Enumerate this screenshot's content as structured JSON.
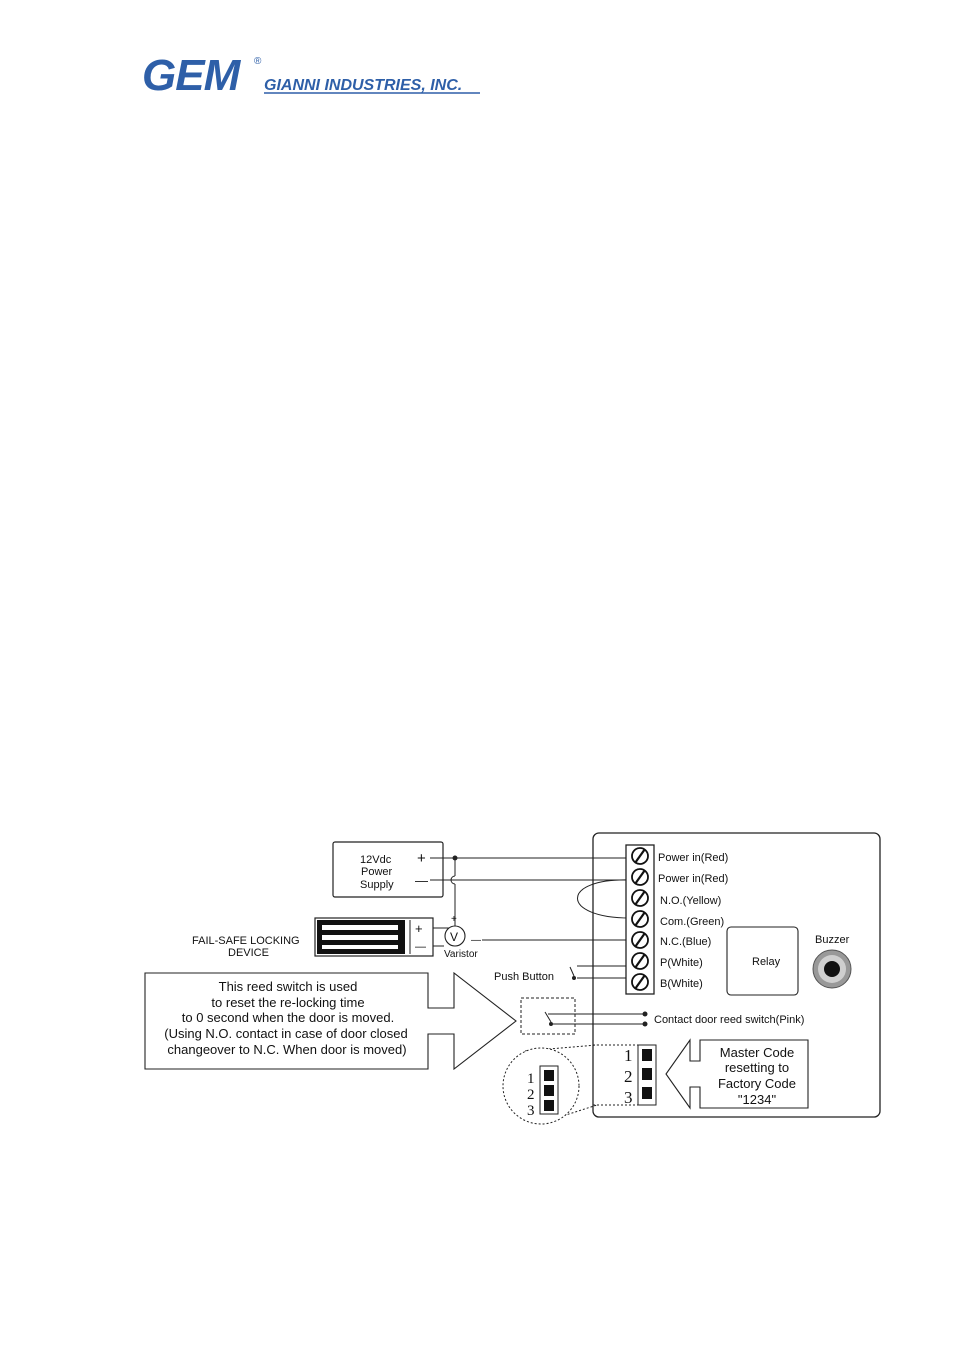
{
  "header": {
    "logo_mark": "GEM",
    "registered_symbol": "®",
    "company_name": "GIANNI INDUSTRIES, INC.",
    "brand_color": "#2e5fa8"
  },
  "diagram": {
    "power_supply": {
      "line1": "12Vdc",
      "line2": "Power",
      "line3": "Supply",
      "plus": "+",
      "minus": "—"
    },
    "lock": {
      "line1": "FAIL-SAFE LOCKING",
      "line2": "DEVICE",
      "plus": "+",
      "minus": "—"
    },
    "varistor": {
      "symbol": "V",
      "label": "Varistor",
      "plus": "+",
      "minus": "—"
    },
    "push_button": "Push Button",
    "terminals": [
      "Power in(Red)",
      "Power in(Red)",
      "N.O.(Yellow)",
      "Com.(Green)",
      "N.C.(Blue)",
      "P(White)",
      "B(White)"
    ],
    "relay": "Relay",
    "buzzer": "Buzzer",
    "reed_switch": "Contact door reed switch(Pink)",
    "note": [
      "This reed switch is used",
      "to reset the re-locking time",
      "to 0 second when the door is moved.",
      "(Using N.O. contact in case of door closed",
      "changeover to N.C. When door is moved)"
    ],
    "master_code": [
      "Master Code",
      "resetting to",
      "Factory Code",
      "\"1234\""
    ],
    "jumper_pins": [
      "1",
      "2",
      "3"
    ]
  }
}
